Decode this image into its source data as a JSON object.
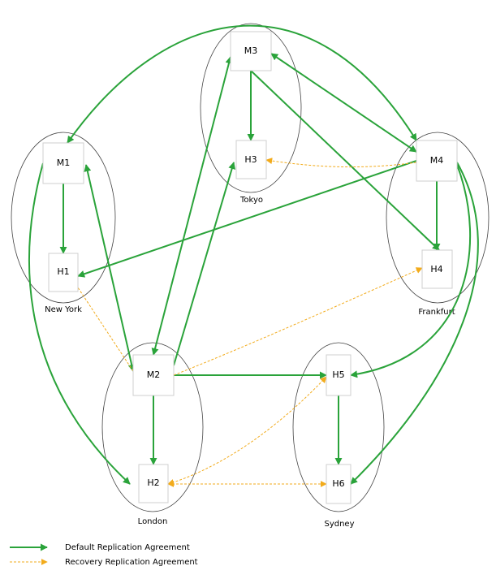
{
  "diagram": {
    "colors": {
      "default": "#2aa33a",
      "recovery": "#f2ab1b",
      "ring": "#444444",
      "box": "#cfcfcf"
    },
    "sites": [
      {
        "id": "newyork",
        "label": "New York"
      },
      {
        "id": "tokyo",
        "label": "Tokyo"
      },
      {
        "id": "frankfurt",
        "label": "Frankfurt"
      },
      {
        "id": "london",
        "label": "London"
      },
      {
        "id": "sydney",
        "label": "Sydney"
      }
    ],
    "nodes": [
      {
        "id": "M1",
        "label": "M1"
      },
      {
        "id": "H1",
        "label": "H1"
      },
      {
        "id": "M3",
        "label": "M3"
      },
      {
        "id": "H3",
        "label": "H3"
      },
      {
        "id": "M4",
        "label": "M4"
      },
      {
        "id": "H4",
        "label": "H4"
      },
      {
        "id": "M2",
        "label": "M2"
      },
      {
        "id": "H2",
        "label": "H2"
      },
      {
        "id": "H5",
        "label": "H5"
      },
      {
        "id": "H6",
        "label": "H6"
      }
    ],
    "links": [
      {
        "from": "M1",
        "to": "H1",
        "type": "default"
      },
      {
        "from": "M2",
        "to": "M1",
        "type": "default",
        "bidirectional": true
      },
      {
        "from": "M1",
        "to": "H2",
        "type": "default"
      },
      {
        "from": "M4",
        "to": "M1",
        "type": "default",
        "bidirectional": true
      },
      {
        "from": "M3",
        "to": "H3",
        "type": "default"
      },
      {
        "from": "M3",
        "to": "H4",
        "type": "default"
      },
      {
        "from": "M3",
        "to": "M4",
        "type": "default",
        "bidirectional": true
      },
      {
        "from": "M2",
        "to": "M3",
        "type": "default",
        "bidirectional": true
      },
      {
        "from": "M2",
        "to": "H3",
        "type": "default"
      },
      {
        "from": "M4",
        "to": "H1",
        "type": "default"
      },
      {
        "from": "M4",
        "to": "H4",
        "type": "default"
      },
      {
        "from": "M4",
        "to": "H5",
        "type": "default"
      },
      {
        "from": "M4",
        "to": "H6",
        "type": "default"
      },
      {
        "from": "M2",
        "to": "H2",
        "type": "default"
      },
      {
        "from": "M2",
        "to": "H5",
        "type": "default"
      },
      {
        "from": "H5",
        "to": "H6",
        "type": "default"
      },
      {
        "from": "M4",
        "to": "H3",
        "type": "recovery"
      },
      {
        "from": "M2",
        "to": "H1",
        "type": "recovery"
      },
      {
        "from": "M2",
        "to": "H4",
        "type": "recovery"
      },
      {
        "from": "H5",
        "to": "H2",
        "type": "recovery",
        "bidirectional": true
      },
      {
        "from": "H2",
        "to": "H6",
        "type": "recovery",
        "bidirectional": true
      }
    ],
    "legend": [
      {
        "type": "default",
        "label": "Default Replication Agreement"
      },
      {
        "type": "recovery",
        "label": "Recovery  Replication Agreement"
      }
    ]
  }
}
